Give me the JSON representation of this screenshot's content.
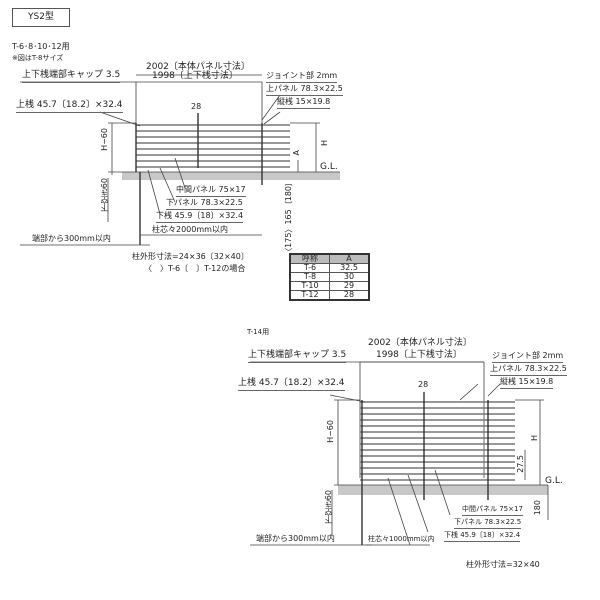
{
  "model": "YS2型",
  "top_diagram": {
    "applies_to": "T-6･8･10･12用",
    "note": "※図はT-8サイズ",
    "panel_size": "2002〔本体パネル寸法〕",
    "rail_size": "1998〔上下桟寸法〕",
    "cap_label": "上下桟端部キャップ 3.5",
    "joint_label": "ジョイント部 2mm",
    "upper_panel": "上パネル 78.3×22.5",
    "vertical_bar": "縦桟 15×19.8",
    "upper_rail": "上桟 45.7〔18.2〕×32.4",
    "dim_28": "28",
    "h_minus_60": "H−60",
    "h_label": "H",
    "a_label": "A",
    "gl_label": "G.L.",
    "clearance": "下空き60",
    "middle_panel": "中間パネル 75×17",
    "lower_panel": "下パネル 78.3×22.5",
    "lower_rail": "下桟 45.9〔18〕×32.4",
    "post_pitch": "柱芯々2000mm以内",
    "edge_distance": "端部から300mm以内",
    "embed_depth": "〈175〉165〔180〕",
    "post_size": "柱外形寸法=24×36〔32×40〕",
    "post_note": "〈　〉T-6〔　〕T-12の場合"
  },
  "spec_table": {
    "headers": [
      "呼称",
      "A"
    ],
    "rows": [
      [
        "T-6",
        "32.5"
      ],
      [
        "T-8",
        "30"
      ],
      [
        "T-10",
        "29"
      ],
      [
        "T-12",
        "28"
      ]
    ]
  },
  "bottom_diagram": {
    "applies_to": "T-14用",
    "panel_size": "2002〔本体パネル寸法〕",
    "rail_size": "1998〔上下桟寸法〕",
    "cap_label": "上下桟端部キャップ 3.5",
    "joint_label": "ジョイント部 2mm",
    "upper_panel": "上パネル 78.3×22.5",
    "vertical_bar": "縦桟 15×19.8",
    "upper_rail": "上桟 45.7〔18.2〕×32.4",
    "dim_28": "28",
    "h_minus_60": "H−60",
    "h_label": "H",
    "dim_27_5": "27.5",
    "gl_label": "G.L.",
    "clearance": "下空き60",
    "middle_panel": "中間パネル 75×17",
    "lower_panel": "下パネル 78.3×22.5",
    "lower_rail": "下桟 45.9〔18〕×32.4",
    "post_pitch": "柱芯々1000mm以内",
    "edge_distance": "端部から300mm以内",
    "embed_depth": "180",
    "post_size": "柱外形寸法=32×40"
  }
}
